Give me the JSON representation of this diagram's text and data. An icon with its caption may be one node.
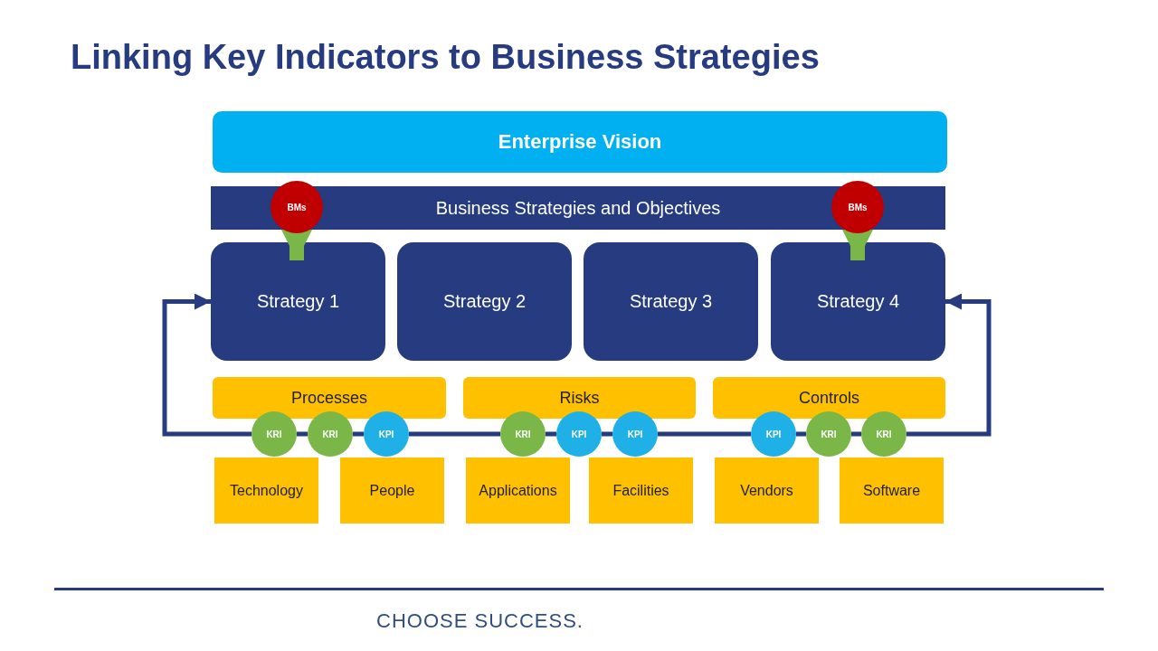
{
  "diagram": {
    "title": "Linking Key Indicators to Business Strategies",
    "nodes": [
      {
        "text": [
          "Enterprise Vision"
        ]
      },
      {
        "text": [
          "Business Strategies and Objectives"
        ]
      },
      {
        "text": [
          "BMs"
        ]
      },
      {
        "text": [
          "BMs"
        ]
      },
      {
        "text": [
          "Strategy 1"
        ]
      },
      {
        "text": [
          "Strategy 2"
        ]
      },
      {
        "text": [
          "Strategy 3"
        ]
      },
      {
        "text": [
          "Strategy 4"
        ]
      },
      {
        "text": [
          "Processes"
        ]
      },
      {
        "text": [
          "Risks"
        ]
      },
      {
        "text": [
          "Controls"
        ]
      },
      {
        "text": [
          "Technology"
        ]
      },
      {
        "text": [
          "People"
        ]
      },
      {
        "text": [
          "Applications"
        ]
      },
      {
        "text": [
          "Facilities"
        ]
      },
      {
        "text": [
          "Vendors"
        ]
      },
      {
        "text": [
          "Software"
        ]
      },
      {
        "text": [
          "KRI"
        ]
      },
      {
        "text": [
          "KRI"
        ]
      },
      {
        "text": [
          "KPI"
        ]
      },
      {
        "text": [
          "KRI"
        ]
      },
      {
        "text": [
          "KPI"
        ]
      },
      {
        "text": [
          "KPI"
        ]
      },
      {
        "text": [
          "KPI"
        ]
      },
      {
        "text": [
          "KRI"
        ]
      },
      {
        "text": [
          "KRI"
        ]
      }
    ],
    "edges": [
      {
        "from": 2,
        "to": 4,
        "arrow": "to",
        "style": "thick",
        "color": "#7ab648"
      },
      {
        "from": 3,
        "to": 7,
        "arrow": "to",
        "style": "thick",
        "color": "#7ab648"
      },
      {
        "from": 17,
        "to": 4,
        "arrow": "to"
      },
      {
        "from": 17,
        "to": 18,
        "arrow": "none"
      },
      {
        "from": 18,
        "to": 19,
        "arrow": "none"
      },
      {
        "from": 19,
        "to": 20,
        "arrow": "none"
      },
      {
        "from": 20,
        "to": 21,
        "arrow": "none"
      },
      {
        "from": 21,
        "to": 22,
        "arrow": "none"
      },
      {
        "from": 22,
        "to": 23,
        "arrow": "none"
      },
      {
        "from": 23,
        "to": 24,
        "arrow": "none"
      },
      {
        "from": 24,
        "to": 25,
        "arrow": "none"
      },
      {
        "from": 25,
        "to": 7,
        "arrow": "to"
      }
    ],
    "labels": [
      "CHOOSE SUCCESS."
    ]
  }
}
